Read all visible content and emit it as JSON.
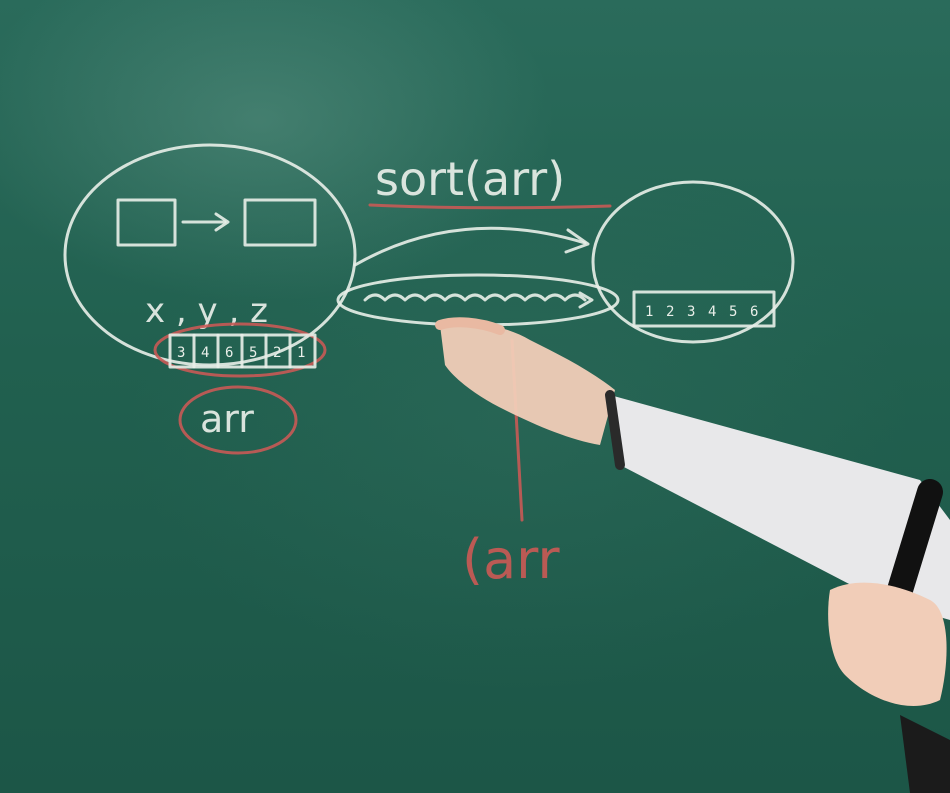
{
  "board": {
    "top_label": "sort(arr)",
    "vars": "x , y , z",
    "arr_label": "arr",
    "bottom_label": "(arr",
    "input_cells": [
      "3",
      "4",
      "6",
      "5",
      "2",
      "1"
    ],
    "output_cells": [
      "1",
      "2",
      "3",
      "4",
      "5",
      "6"
    ]
  }
}
